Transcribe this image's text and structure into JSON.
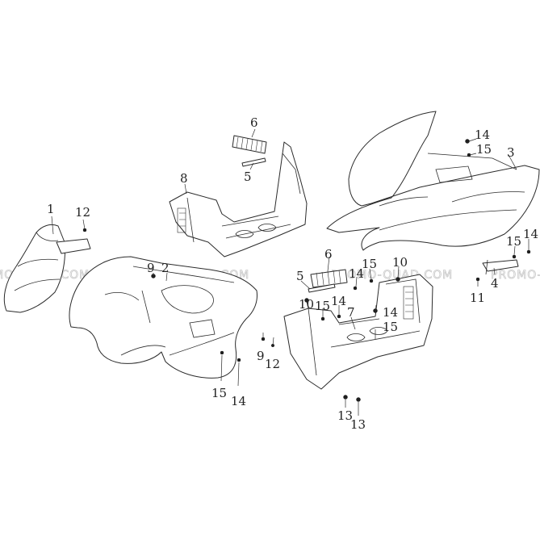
{
  "watermark": "PROMO-QUAD.COM",
  "labels": {
    "l1": "1",
    "l2": "2",
    "l3": "3",
    "l4": "4",
    "l5a": "5",
    "l5b": "5",
    "l6a": "6",
    "l6b": "6",
    "l7": "7",
    "l8": "8",
    "l9a": "9",
    "l9b": "9",
    "l10a": "10",
    "l10b": "10",
    "l11": "11",
    "l12a": "12",
    "l12b": "12",
    "l13a": "13",
    "l13b": "13",
    "l14a": "14",
    "l14b": "14",
    "l14c": "14",
    "l14d": "14",
    "l14e": "14",
    "l15a": "15",
    "l15b": "15",
    "l15c": "15",
    "l15d": "15",
    "l15e": "15",
    "l15f": "15"
  }
}
